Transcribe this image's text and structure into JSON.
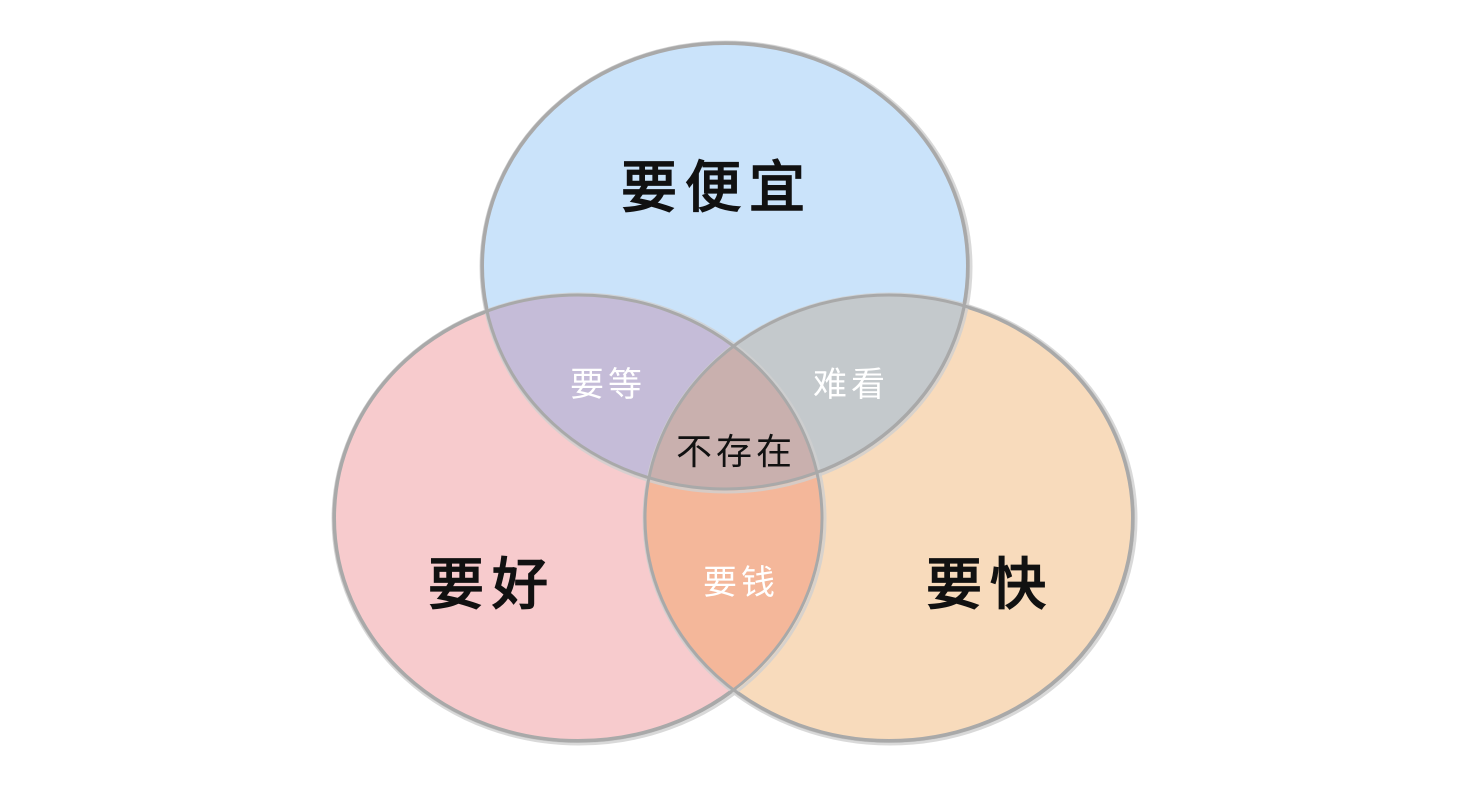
{
  "diagram": {
    "type": "venn-3",
    "sets": {
      "cheap": {
        "label": "要便宜",
        "color": "#cae3fa"
      },
      "good": {
        "label": "要好",
        "color": "#f7cbcd"
      },
      "fast": {
        "label": "要快",
        "color": "#f8dbbc"
      }
    },
    "overlaps": {
      "cheap_good": {
        "label": "要等",
        "color": "#c5bcd8"
      },
      "cheap_fast": {
        "label": "难看",
        "color": "#c4c9cc"
      },
      "good_fast": {
        "label": "要钱",
        "color": "#f4b79a"
      },
      "all": {
        "label": "不存在",
        "color": "#c9b0ae"
      }
    },
    "colors": {
      "outline": "#a9a9a9",
      "background": "#ffffff"
    }
  }
}
